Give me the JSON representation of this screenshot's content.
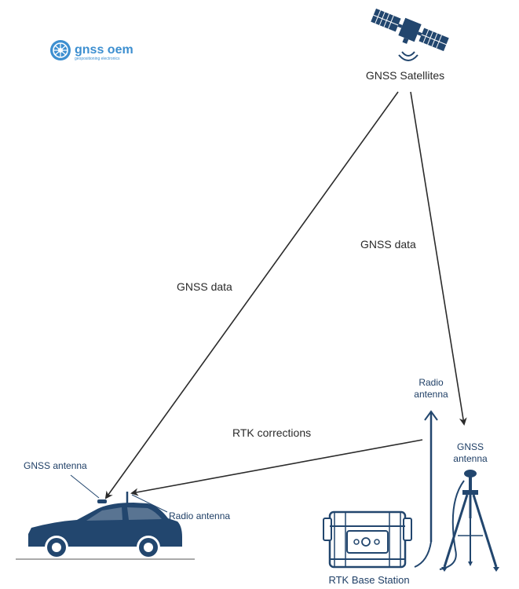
{
  "logo": {
    "name": "gnss oem",
    "tagline": "geopositioning electronics"
  },
  "labels": {
    "satellites": "GNSS Satellites",
    "gnss_data_left": "GNSS data",
    "gnss_data_right": "GNSS data",
    "rtk_corrections": "RTK corrections",
    "radio_antenna_base_line1": "Radio",
    "radio_antenna_base_line2": "antenna",
    "gnss_antenna_base_line1": "GNSS",
    "gnss_antenna_base_line2": "antenna",
    "car_gnss_antenna": "GNSS antenna",
    "car_radio_antenna": "Radio antenna",
    "base_station": "RTK Base Station"
  },
  "colors": {
    "equipment": "#22466e",
    "arrow": "#2b2b2b",
    "logo": "#3d8fd0"
  },
  "icons": {
    "satellite": "satellite-icon",
    "car": "car-icon",
    "base_case": "base-station-case-icon",
    "tripod": "tripod-icon",
    "mast": "radio-mast-icon"
  }
}
